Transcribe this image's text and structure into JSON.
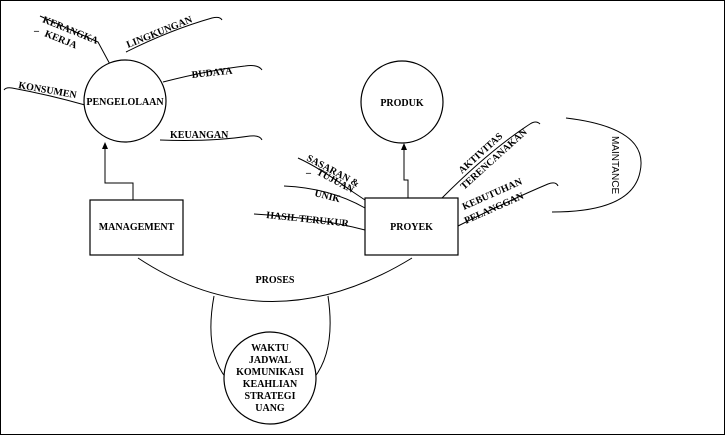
{
  "management": {
    "label": "MANAGEMENT"
  },
  "pengelolaan": {
    "label": "PENGELOLAAN",
    "branches": {
      "kerangka_line1": "KERANGKA",
      "kerangka_line2": "KERJA",
      "lingkungan": "LINGKUNGAN",
      "budaya": "BUDAYA",
      "konsumen": "KONSUMEN",
      "keuangan": "KEUANGAN"
    }
  },
  "proyek": {
    "label": "PROYEK",
    "branches": {
      "sasaran_line1": "SASARAN &",
      "sasaran_line2": "TUJUAN",
      "unik": "UNIK",
      "hasil": "HASIL TERUKUR",
      "aktivitas_line1": "AKTIVITAS",
      "aktivitas_line2": "TERENCANAKAN",
      "kebutuhan_line1": "KEBUTUHAN",
      "kebutuhan_line2": "PELANGGAN"
    }
  },
  "produk": {
    "label": "PRODUK"
  },
  "proses": {
    "label": "PROSES"
  },
  "maintance": {
    "label": "MAINTANCE"
  },
  "resources": {
    "items": [
      "WAKTU",
      "JADWAL",
      "KOMUNIKASI",
      "KEAHLIAN",
      "STRATEGI",
      "UANG"
    ]
  }
}
